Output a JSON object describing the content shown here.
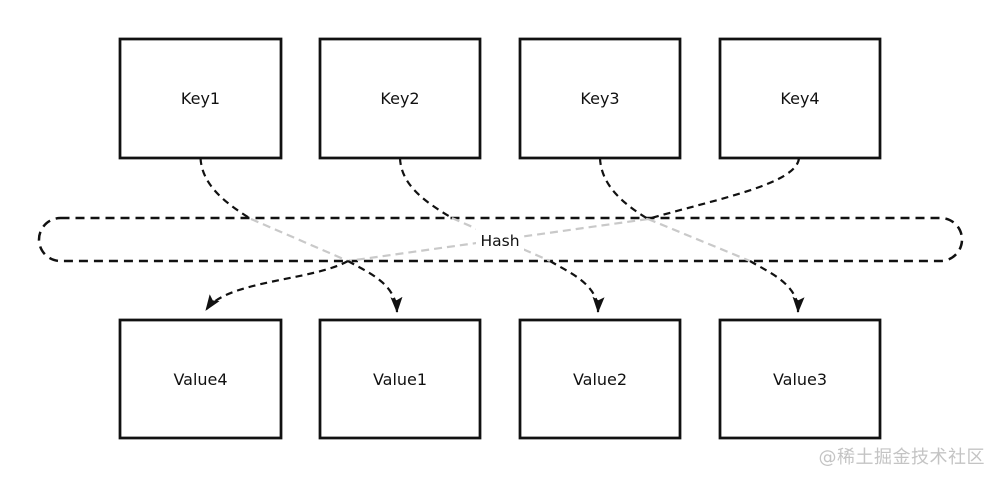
{
  "diagram": {
    "hash_label": "Hash",
    "keys": [
      "Key1",
      "Key2",
      "Key3",
      "Key4"
    ],
    "values": [
      "Value4",
      "Value1",
      "Value2",
      "Value3"
    ],
    "mappings": [
      {
        "from": "Key1",
        "to": "Value1"
      },
      {
        "from": "Key2",
        "to": "Value2"
      },
      {
        "from": "Key3",
        "to": "Value3"
      },
      {
        "from": "Key4",
        "to": "Value4"
      }
    ],
    "colors": {
      "line": "#111111",
      "faded_line_inside_hash": "#c9c9c9",
      "box_border": "#111111",
      "background": "#ffffff",
      "watermark": "#c4c4c4"
    }
  },
  "watermark": "@稀土掘金技术社区"
}
